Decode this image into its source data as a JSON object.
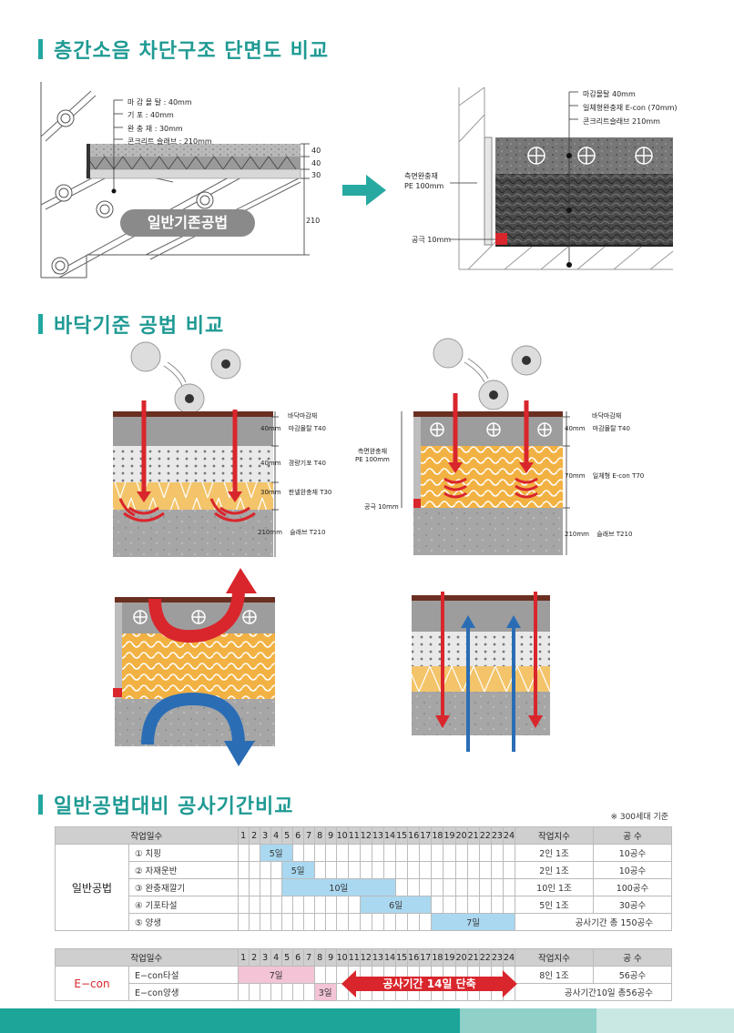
{
  "section1": {
    "title": "층간소음 차단구조 단면도 비교",
    "left_labels": {
      "l1": "마 감 몰 탈 : 40mm",
      "l2": "기       포 : 40mm",
      "l3": "완  충  재 : 30mm",
      "l4": "콘크리트 슬래브 : 210mm"
    },
    "left_dims": [
      "40",
      "40",
      "30",
      "210"
    ],
    "left_badge": "일반기존공법",
    "right_labels": {
      "r1": "마감몰탈 40mm",
      "r2": "일체형완충재 E-con (70mm)",
      "r3": "콘크리트슬래브 210mm"
    },
    "side_label_1": "측면완충재",
    "side_label_2": "PE 100mm",
    "gap_label": "공극 10mm"
  },
  "section2": {
    "title": "바닥기준 공법 비교",
    "left": {
      "top_label": "바닥마감재",
      "layers": [
        {
          "dim": "40mm",
          "label": "마감몰탈 T40"
        },
        {
          "dim": "40mm",
          "label": "경량기포 T40"
        },
        {
          "dim": "30mm",
          "label": "판넬완충재 T30"
        },
        {
          "dim": "210mm",
          "label": "슬래브 T210"
        }
      ]
    },
    "right": {
      "top_label": "바닥마감재",
      "side_label_1": "측면완충재",
      "side_label_2": "PE 100mm",
      "gap_label": "공극 10mm",
      "layers": [
        {
          "dim": "40mm",
          "label": "마감몰탈 T40"
        },
        {
          "dim": "70mm",
          "label": "일체형 E-con T70"
        },
        {
          "dim": "210mm",
          "label": "슬래브 T210"
        }
      ]
    }
  },
  "section3": {
    "title": "일반공법대비 공사기간비교",
    "note": "※ 300세대 기준",
    "header_work": "작업일수",
    "header_workers": "작업지수",
    "header_mandays": "공  수",
    "days": [
      "1",
      "2",
      "3",
      "4",
      "5",
      "6",
      "7",
      "8",
      "9",
      "10",
      "11",
      "12",
      "13",
      "14",
      "15",
      "16",
      "17",
      "18",
      "19",
      "20",
      "21",
      "22",
      "23",
      "24"
    ],
    "general": {
      "group_label": "일반공법",
      "rows": [
        {
          "task": "① 치핑",
          "start": 3,
          "span": 3,
          "bar_label": "5일",
          "workers": "2인 1조",
          "mandays": "10공수"
        },
        {
          "task": "② 자재운반",
          "start": 5,
          "span": 3,
          "bar_label": "5일",
          "workers": "2인 1조",
          "mandays": "10공수"
        },
        {
          "task": "③ 완충재깔기",
          "start": 5,
          "span": 10,
          "bar_label": "10일",
          "workers": "10인 1조",
          "mandays": "100공수"
        },
        {
          "task": "④ 기포타설",
          "start": 12,
          "span": 6,
          "bar_label": "6일",
          "workers": "5인 1조",
          "mandays": "30공수"
        },
        {
          "task": "⑤ 양생",
          "start": 18,
          "span": 7,
          "bar_label": "7일",
          "total": "공사기간 총 150공수"
        }
      ]
    },
    "econ": {
      "group_label": "E−con",
      "rows": [
        {
          "task": "E−con타설",
          "start": 1,
          "span": 7,
          "bar_label": "7일",
          "workers": "8인 1조",
          "mandays": "56공수"
        },
        {
          "task": "E−con양생",
          "start": 8,
          "span": 2,
          "bar_label": "3일",
          "total": "공사기간10일 총56공수"
        }
      ],
      "arrow_label": "공사기간 14일 단축"
    }
  },
  "colors": {
    "accent": "#22a79f",
    "bar_blue": "#aad8f0",
    "bar_pink": "#f3c3d6",
    "arrow_red": "#d9262c",
    "arrow_blue": "#2a6db5"
  }
}
